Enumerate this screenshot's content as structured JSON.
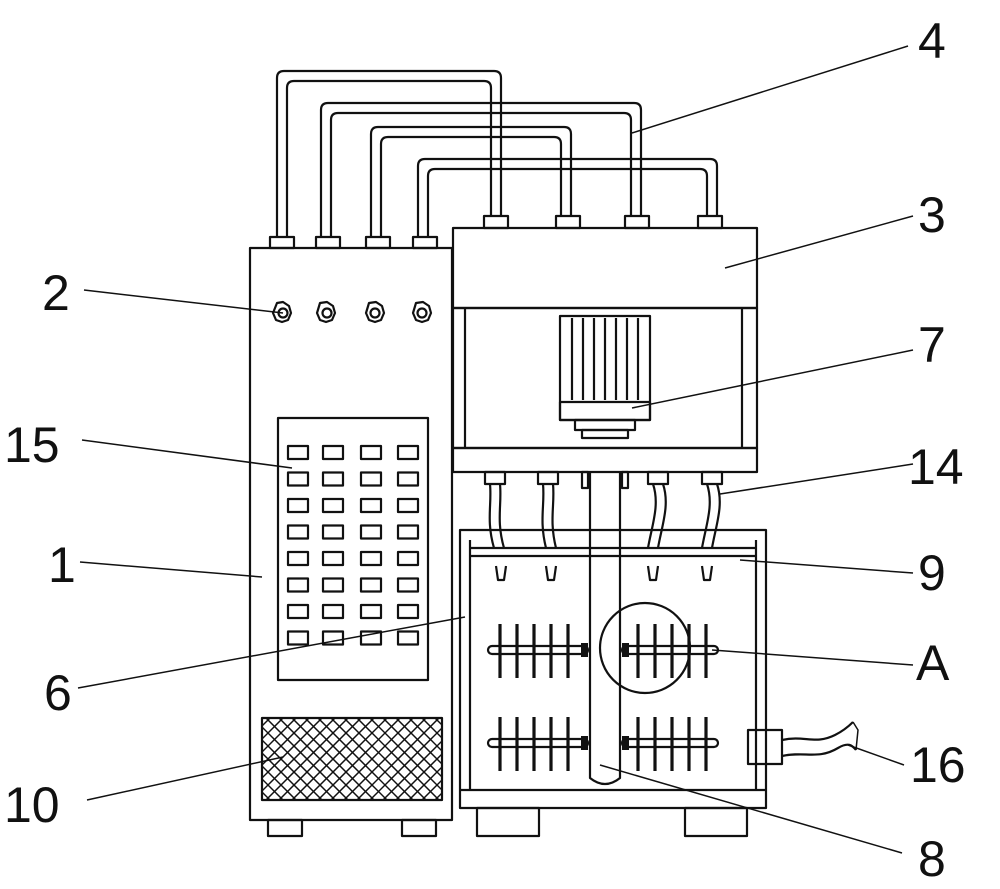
{
  "callouts": {
    "c1": "1",
    "c2": "2",
    "c3": "3",
    "c4": "4",
    "c6": "6",
    "c7": "7",
    "c8": "8",
    "c9": "9",
    "c10": "10",
    "c14": "14",
    "c15": "15",
    "c16": "16",
    "cA": "A"
  }
}
